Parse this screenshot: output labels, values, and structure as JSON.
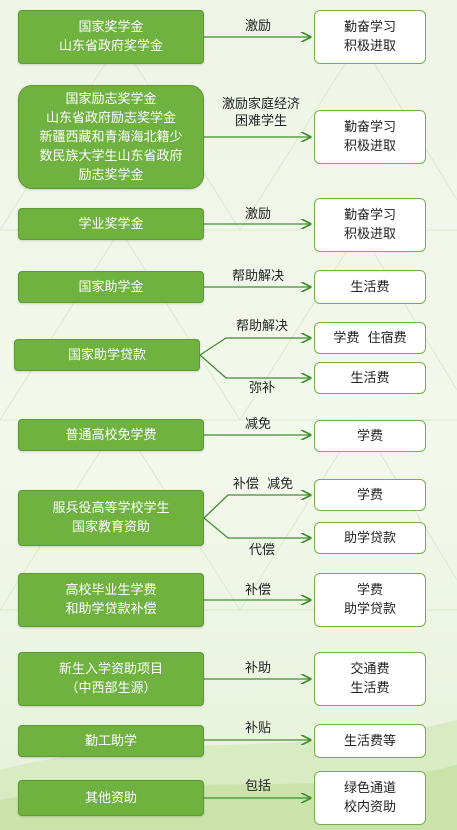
{
  "colors": {
    "box_fill": "#6fb240",
    "box_border": "#74b043",
    "arrow": "#3f8f2f",
    "background": "#eef4e6"
  },
  "rows": [
    {
      "id": "national-scholarship",
      "left": [
        "国家奖学金",
        "山东省政府奖学金"
      ],
      "labels": [
        "激励"
      ],
      "targets": [
        [
          "勤奋学习",
          "积极进取"
        ]
      ]
    },
    {
      "id": "national-encouragement",
      "left": [
        "国家励志奖学金",
        "山东省政府励志奖学金",
        "新疆西藏和青海海北籍少",
        "数民族大学生山东省政府",
        "励志奖学金"
      ],
      "labels": [
        "激励家庭经济",
        "困难学生"
      ],
      "targets": [
        [
          "勤奋学习",
          "积极进取"
        ]
      ]
    },
    {
      "id": "academic-scholarship",
      "left": [
        "学业奖学金"
      ],
      "labels": [
        "激励"
      ],
      "targets": [
        [
          "勤奋学习",
          "积极进取"
        ]
      ]
    },
    {
      "id": "national-grant",
      "left": [
        "国家助学金"
      ],
      "labels": [
        "帮助解决"
      ],
      "targets": [
        [
          "生活费"
        ]
      ]
    },
    {
      "id": "student-loan",
      "left": [
        "国家助学贷款"
      ],
      "labels": [
        "帮助解决",
        "弥补"
      ],
      "targets": [
        [
          "学费  住宿费"
        ],
        [
          "生活费"
        ]
      ]
    },
    {
      "id": "tuition-waiver",
      "left": [
        "普通高校免学费"
      ],
      "labels": [
        "减免"
      ],
      "targets": [
        [
          "学费"
        ]
      ]
    },
    {
      "id": "military-aid",
      "left": [
        "服兵役高等学校学生",
        "国家教育资助"
      ],
      "labels": [
        "补偿  减免",
        "代偿"
      ],
      "targets": [
        [
          "学费"
        ],
        [
          "助学贷款"
        ]
      ]
    },
    {
      "id": "graduate-compensation",
      "left": [
        "高校毕业生学费",
        "和助学贷款补偿"
      ],
      "labels": [
        "补偿"
      ],
      "targets": [
        [
          "学费",
          "助学贷款"
        ]
      ]
    },
    {
      "id": "freshman-aid",
      "left": [
        "新生入学资助项目",
        "（中西部生源）"
      ],
      "labels": [
        "补助"
      ],
      "targets": [
        [
          "交通费",
          "生活费"
        ]
      ]
    },
    {
      "id": "work-study",
      "left": [
        "勤工助学"
      ],
      "labels": [
        "补贴"
      ],
      "targets": [
        [
          "生活费等"
        ]
      ]
    },
    {
      "id": "other-aid",
      "left": [
        "其他资助"
      ],
      "labels": [
        "包括"
      ],
      "targets": [
        [
          "绿色通道",
          "校内资助"
        ]
      ]
    }
  ]
}
